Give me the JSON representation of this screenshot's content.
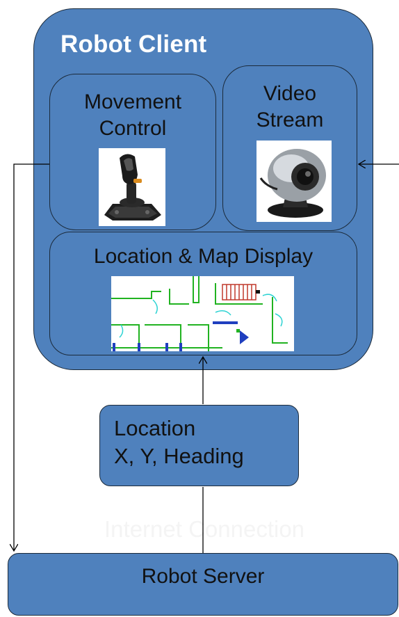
{
  "client": {
    "title": "Robot Client"
  },
  "movement": {
    "line1": "Movement",
    "line2": "Control"
  },
  "video": {
    "line1": "Video",
    "line2": "Stream"
  },
  "locmap": {
    "label": "Location & Map Display"
  },
  "location": {
    "line1": "Location",
    "line2": "X, Y, Heading"
  },
  "server": {
    "label": "Robot Server"
  },
  "connection": {
    "label": "Internet Connection"
  },
  "colors": {
    "box_fill": "#4f81bd",
    "box_border": "#1b2a3a",
    "arrow": "#000000"
  }
}
